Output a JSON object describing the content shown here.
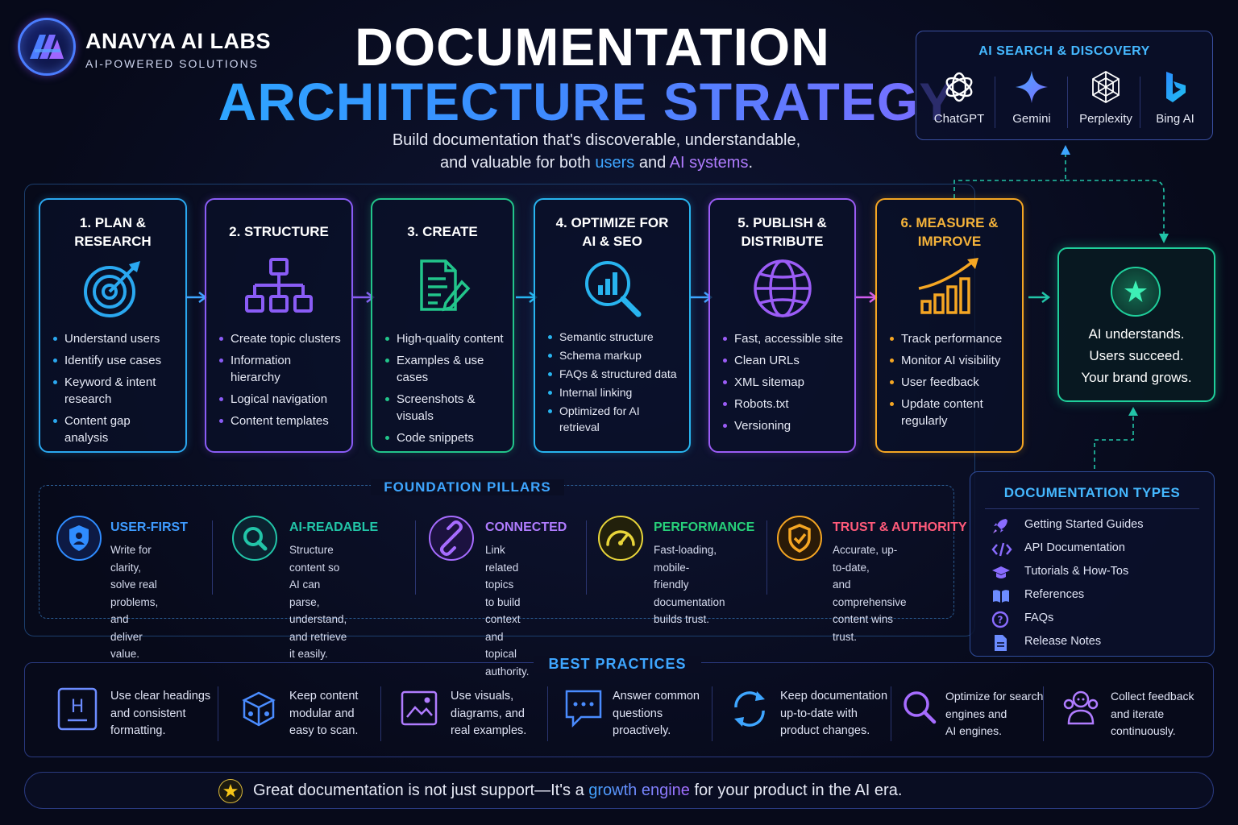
{
  "brand": {
    "name": "ANAVYA AI LABS",
    "tagline": "AI-POWERED SOLUTIONS"
  },
  "header": {
    "title_line1": "DOCUMENTATION",
    "title_line2": "ARCHITECTURE STRATEGY",
    "subtitle_part1": "Build documentation that's discoverable, understandable,",
    "subtitle_part2": "and valuable for both ",
    "subtitle_users": "users",
    "subtitle_and": " and ",
    "subtitle_ai": "AI systems",
    "subtitle_end": "."
  },
  "ai_search": {
    "title": "AI SEARCH & DISCOVERY",
    "items": [
      {
        "label": "ChatGPT",
        "icon": "chatgpt-icon"
      },
      {
        "label": "Gemini",
        "icon": "gemini-icon"
      },
      {
        "label": "Perplexity",
        "icon": "perplexity-icon"
      },
      {
        "label": "Bing AI",
        "icon": "bing-icon"
      }
    ]
  },
  "steps": [
    {
      "title1": "1. PLAN &",
      "title2": "RESEARCH",
      "color": "#2aa8f0",
      "icon": "target-icon",
      "items": [
        "Understand users",
        "Identify use cases",
        "Keyword & intent research",
        "Content gap analysis"
      ]
    },
    {
      "title1": "2. STRUCTURE",
      "title2": "",
      "color": "#8a5cf6",
      "icon": "hierarchy-icon",
      "items": [
        "Create topic clusters",
        "Information hierarchy",
        "Logical navigation",
        "Content templates"
      ]
    },
    {
      "title1": "3. CREATE",
      "title2": "",
      "color": "#22c58b",
      "icon": "document-edit-icon",
      "items": [
        "High-quality content",
        "Examples & use cases",
        "Screenshots & visuals",
        "Code snippets"
      ]
    },
    {
      "title1": "4. OPTIMIZE FOR",
      "title2": "AI & SEO",
      "color": "#28b4ef",
      "icon": "search-chart-icon",
      "items": [
        "Semantic structure",
        "Schema markup",
        "FAQs & structured data",
        "Internal linking",
        "Optimized for AI retrieval"
      ]
    },
    {
      "title1": "5. PUBLISH &",
      "title2": "DISTRIBUTE",
      "color": "#9b5cf6",
      "icon": "globe-icon",
      "items": [
        "Fast, accessible site",
        "Clean URLs",
        "XML sitemap",
        "Robots.txt",
        "Versioning"
      ]
    },
    {
      "title1": "6. MEASURE &",
      "title2": "IMPROVE",
      "color": "#f5a623",
      "icon": "growth-chart-icon",
      "items": [
        "Track performance",
        "Monitor AI visibility",
        "User feedback",
        "Update content regularly"
      ]
    }
  ],
  "outcome": {
    "line1": "AI understands.",
    "line2": "Users succeed.",
    "line3": "Your brand grows."
  },
  "pillars": {
    "title": "FOUNDATION PILLARS",
    "items": [
      {
        "name": "USER-FIRST",
        "color": "#2f8cff",
        "icon": "shield-user-icon",
        "l1": "Write for clarity,",
        "l2": "solve real problems,",
        "l3": "and deliver value."
      },
      {
        "name": "AI-READABLE",
        "color": "#22c5a8",
        "icon": "magnifier-icon",
        "l1": "Structure content so",
        "l2": "AI can parse, understand,",
        "l3": "and retrieve it easily."
      },
      {
        "name": "CONNECTED",
        "color": "#a66cff",
        "icon": "link-icon",
        "l1": "Link related topics",
        "l2": "to build context and",
        "l3": "topical authority."
      },
      {
        "name": "PERFORMANCE",
        "color": "#27d07a",
        "icon": "speedometer-icon",
        "l1": "Fast-loading, mobile-",
        "l2": "friendly documentation",
        "l3": "builds trust."
      },
      {
        "name": "TRUST & AUTHORITY",
        "color": "#ff5a7a",
        "icon": "shield-check-icon",
        "l1": "Accurate, up-to-date,",
        "l2": "and comprehensive",
        "l3": "content wins trust."
      }
    ]
  },
  "doc_types": {
    "title": "DOCUMENTATION TYPES",
    "items": [
      {
        "label": "Getting Started Guides",
        "icon": "rocket-icon"
      },
      {
        "label": "API Documentation",
        "icon": "code-icon"
      },
      {
        "label": "Tutorials & How-Tos",
        "icon": "graduation-cap-icon"
      },
      {
        "label": "References",
        "icon": "book-icon"
      },
      {
        "label": "FAQs",
        "icon": "question-icon"
      },
      {
        "label": "Release Notes",
        "icon": "file-icon"
      }
    ]
  },
  "best_practices": {
    "title": "BEST PRACTICES",
    "items": [
      {
        "l1": "Use clear headings",
        "l2": "and consistent",
        "l3": "formatting.",
        "icon": "heading-icon"
      },
      {
        "l1": "Keep content",
        "l2": "modular and",
        "l3": "easy to scan.",
        "icon": "modules-icon"
      },
      {
        "l1": "Use visuals,",
        "l2": "diagrams, and",
        "l3": "real examples.",
        "icon": "image-icon"
      },
      {
        "l1": "Answer common",
        "l2": "questions",
        "l3": "proactively.",
        "icon": "chat-icon"
      },
      {
        "l1": "Keep documentation",
        "l2": "up-to-date with",
        "l3": "product changes.",
        "icon": "refresh-icon"
      },
      {
        "l1": "Optimize for search",
        "l2": "engines and",
        "l3": "AI engines.",
        "icon": "search-icon"
      },
      {
        "l1": "Collect feedback",
        "l2": "and iterate",
        "l3": "continuously.",
        "icon": "users-icon"
      }
    ]
  },
  "footer": {
    "part1": "Great documentation is not just support—It's a ",
    "highlight": "growth engine",
    "part2": " for your product in the AI era."
  }
}
